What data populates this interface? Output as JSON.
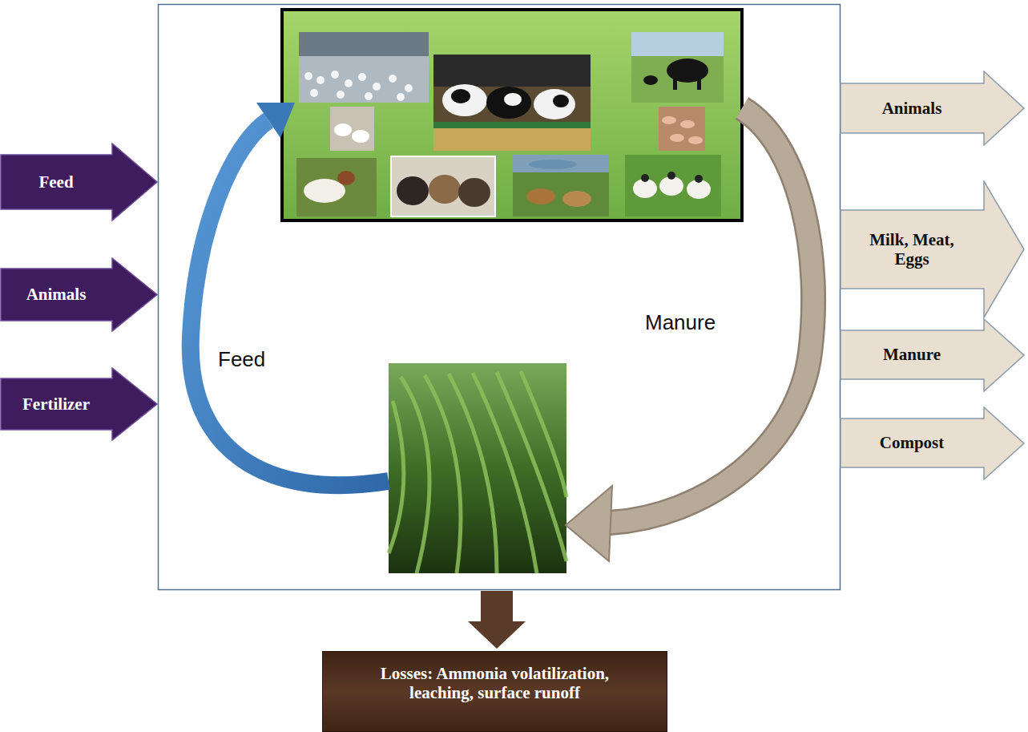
{
  "diagram": {
    "nodes": [
      {
        "text": [
          "Feed"
        ]
      },
      {
        "text": [
          "Animals"
        ]
      },
      {
        "text": [
          "Fertilizer"
        ]
      },
      {
        "text": [
          "Animals"
        ]
      },
      {
        "text": [
          "Milk, Meat, Eggs"
        ]
      },
      {
        "text": [
          "Manure"
        ]
      },
      {
        "text": [
          "Compost"
        ]
      },
      {
        "text": [
          "Losses: Ammonia volatilization, leaching, surface runoff"
        ]
      }
    ],
    "labels": [
      "Feed",
      "Manure"
    ]
  }
}
